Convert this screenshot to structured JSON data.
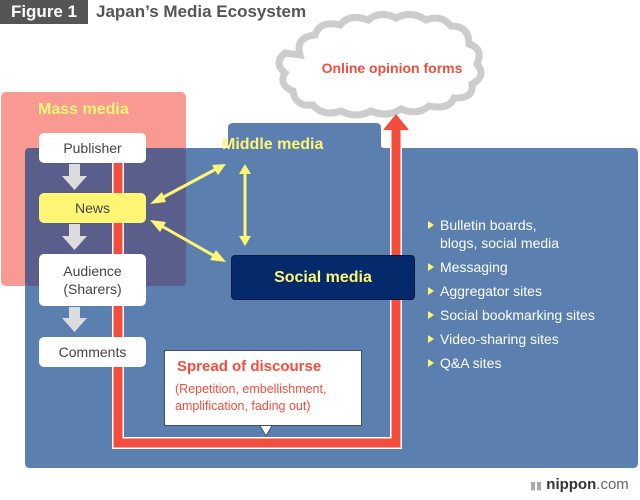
{
  "figure": {
    "label": "Figure 1",
    "title": "Japan’s Media Ecosystem"
  },
  "cloud": {
    "label": "Online opinion forms"
  },
  "mass_media": {
    "title": "Mass media",
    "flow": [
      "Publisher",
      "News",
      "Audience\n(Sharers)",
      "Comments"
    ]
  },
  "flow_boxes": {
    "publisher": "Publisher",
    "news": "News",
    "audience_line1": "Audience",
    "audience_line2": "(Sharers)",
    "comments": "Comments"
  },
  "middle_media": {
    "title": "Middle media",
    "social_media": "Social media",
    "list": [
      "Bulletin boards,",
      "Messaging",
      "Aggregator sites",
      "Social bookmarking sites",
      "Video-sharing sites",
      "Q&A sites"
    ],
    "list_first_continuation": "blogs, social media"
  },
  "callout": {
    "title": "Spread of discourse",
    "line1": "(Repetition, embellishment,",
    "line2": "amplification, fading out)"
  },
  "logo": {
    "name": "nippon",
    "dot": ".",
    "domain": "com"
  },
  "colors": {
    "mass_media": "#f89a92",
    "middle_media": "#5b80af",
    "overlap": "#5a5e8a",
    "social_media": "#052a6b",
    "highlight_yellow": "#fff676",
    "red_path": "#f44d3b",
    "cloud_stroke": "#cccccc",
    "header_bg": "#555555"
  }
}
